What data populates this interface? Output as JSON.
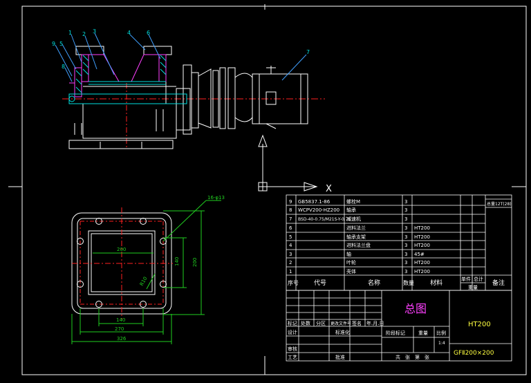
{
  "leaders": [
    "1",
    "2",
    "3",
    "4",
    "6",
    "9",
    "5",
    "8",
    "7"
  ],
  "axis_labels": {
    "x": "X"
  },
  "dimensions": {
    "holes": "16-φ13",
    "inner_top": "200",
    "inner_left": "140",
    "inner_right": "200",
    "diag": "R10",
    "bottom_140": "140",
    "bottom_270": "270",
    "bottom_326": "326"
  },
  "bom": {
    "rows": [
      {
        "no": "9",
        "code": "GB5837.1-86",
        "name": "螺栓M",
        "qty": "3",
        "mat": "",
        "note": ""
      },
      {
        "no": "8",
        "code": "WCPV200-HZ200",
        "name": "轴承",
        "qty": "3",
        "mat": "",
        "note": ""
      },
      {
        "no": "7",
        "code": "BSD-40-0.75/M21S-Y-0.75",
        "name": "减速机",
        "qty": "3",
        "mat": "",
        "note": ""
      },
      {
        "no": "6",
        "code": "",
        "name": "进料法兰",
        "qty": "3",
        "mat": "HT200",
        "note": ""
      },
      {
        "no": "5",
        "code": "",
        "name": "轴承支架",
        "qty": "3",
        "mat": "HT200",
        "note": ""
      },
      {
        "no": "4",
        "code": "",
        "name": "进料法兰盘",
        "qty": "3",
        "mat": "HT200",
        "note": ""
      },
      {
        "no": "3",
        "code": "",
        "name": "轴",
        "qty": "3",
        "mat": "45#",
        "note": ""
      },
      {
        "no": "2",
        "code": "",
        "name": "叶轮",
        "qty": "3",
        "mat": "HT200",
        "note": ""
      },
      {
        "no": "1",
        "code": "",
        "name": "壳体",
        "qty": "3",
        "mat": "HT200",
        "note": ""
      }
    ],
    "header": {
      "no": "序号",
      "code": "代号",
      "name": "名称",
      "qty": "数量",
      "mat": "材料",
      "single": "单件",
      "total": "总计",
      "weight": "重量",
      "note": "备注"
    },
    "side_label": "总量12T(28)"
  },
  "title_block": {
    "title": "总图",
    "material": "HT200",
    "drawing_no": "GFⅡ200×200",
    "rev_cols": [
      "标记",
      "处数",
      "分区",
      "更改文件号",
      "签名",
      "年.月.日"
    ],
    "row_design": "设计",
    "row_std": "标准化",
    "stage_cols": [
      "阶段标记",
      "重量",
      "比例"
    ],
    "scale": "1:4",
    "row_review": "审核",
    "row_process": "工艺",
    "row_approve": "批准",
    "sheet": "共　张　第　张"
  }
}
